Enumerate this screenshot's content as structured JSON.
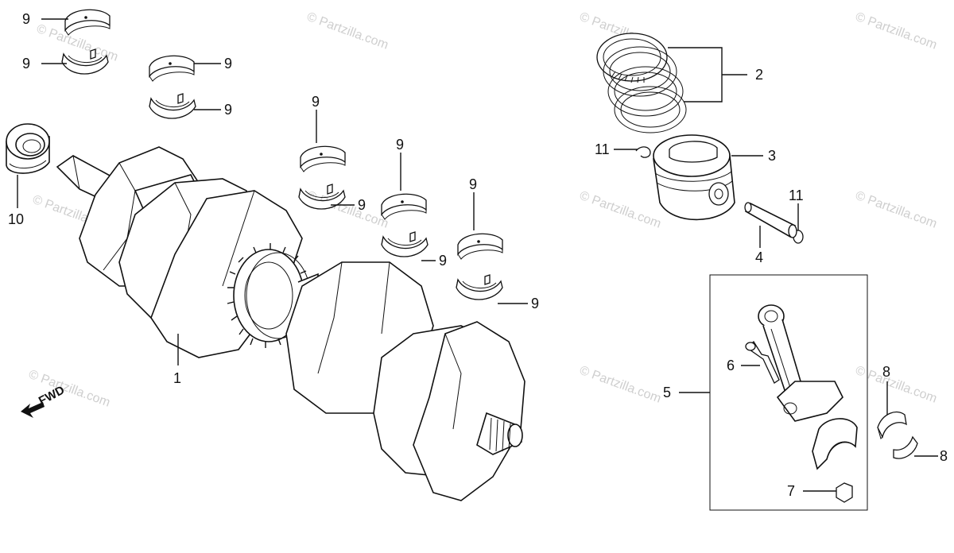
{
  "watermark": "© Partzilla.com",
  "direction": {
    "text": "FWD"
  },
  "callouts": {
    "c1": "1",
    "c2": "2",
    "c3": "3",
    "c4": "4",
    "c5": "5",
    "c6": "6",
    "c7": "7",
    "c8": "8",
    "c9": "9",
    "c10": "10",
    "c11": "11"
  },
  "parts": [
    {
      "id": "1",
      "name": "crankshaft"
    },
    {
      "id": "2",
      "name": "piston-ring-set"
    },
    {
      "id": "3",
      "name": "piston"
    },
    {
      "id": "4",
      "name": "piston-pin"
    },
    {
      "id": "5",
      "name": "connecting-rod-assembly"
    },
    {
      "id": "6",
      "name": "rod-bolt"
    },
    {
      "id": "7",
      "name": "rod-nut"
    },
    {
      "id": "8",
      "name": "rod-bearing"
    },
    {
      "id": "9",
      "name": "main-bearing"
    },
    {
      "id": "10",
      "name": "oil-seal"
    },
    {
      "id": "11",
      "name": "piston-pin-clip"
    }
  ]
}
